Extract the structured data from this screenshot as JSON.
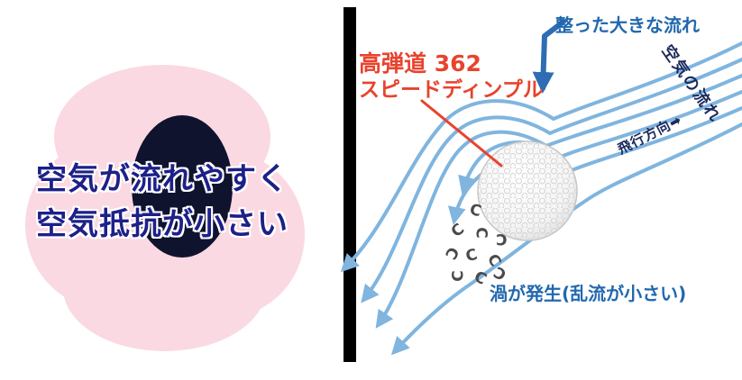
{
  "left_panel": {
    "line1": "空気が流れやすく",
    "line2": "空気抵抗が小さい"
  },
  "diagram": {
    "top_flow_label": "整った大きな流れ",
    "product_line1": "高弾道 362",
    "product_line2": "スピードディンプル",
    "air_flow_label": "空気の流れ",
    "flight_direction_label": "飛行方向➡",
    "wake_label": "渦が発生(乱流が小さい)",
    "vortex_glyph": "C"
  },
  "colors": {
    "pink_blob": "#FAD9E3",
    "left_text_navy": "#1D2088",
    "dark_blob": "#10132E",
    "flow_line_blue": "#7FB5DF",
    "label_blue": "#2268AE",
    "arrow_blue": "#2E6DB4",
    "product_red": "#E8432D",
    "rotated_label_navy": "#1B2A5E",
    "divider_black": "#000000"
  }
}
